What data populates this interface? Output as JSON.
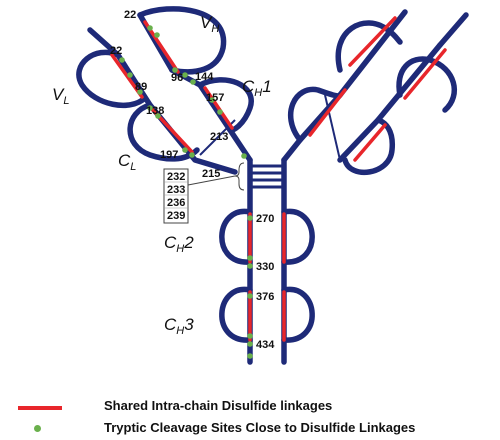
{
  "colors": {
    "chain": "#1e2a78",
    "disulfide": "#e8262b",
    "cleavage": "#6ab04c"
  },
  "domains": {
    "vh": {
      "main": "V",
      "sub": "H"
    },
    "vl": {
      "main": "V",
      "sub": "L"
    },
    "ch1": {
      "main": "C",
      "sub": "H",
      "suffix": "1"
    },
    "cl": {
      "main": "C",
      "sub": "L"
    },
    "ch2": {
      "main": "C",
      "sub": "H",
      "suffix": "2"
    },
    "ch3": {
      "main": "C",
      "sub": "H",
      "suffix": "3"
    }
  },
  "residues": {
    "vh_top": "22",
    "vl_top": "22",
    "vl_bottom": "89",
    "vh_bottom": "96",
    "ch1_top_a": "144",
    "ch1_top_b": "157",
    "cl_top": "138",
    "cl_bottom": "197",
    "ch1_bottom": "213",
    "lc_end": "215",
    "hinge": [
      "232",
      "233",
      "236",
      "239"
    ],
    "ch2_top": "270",
    "ch2_bottom": "330",
    "ch3_top": "376",
    "ch3_bottom": "434"
  },
  "legend": [
    {
      "label": "Shared Intra-chain Disulfide linkages",
      "marker": "red-line"
    },
    {
      "label": "Tryptic Cleavage Sites Close to Disulfide Linkages",
      "marker": "green-dot"
    }
  ]
}
